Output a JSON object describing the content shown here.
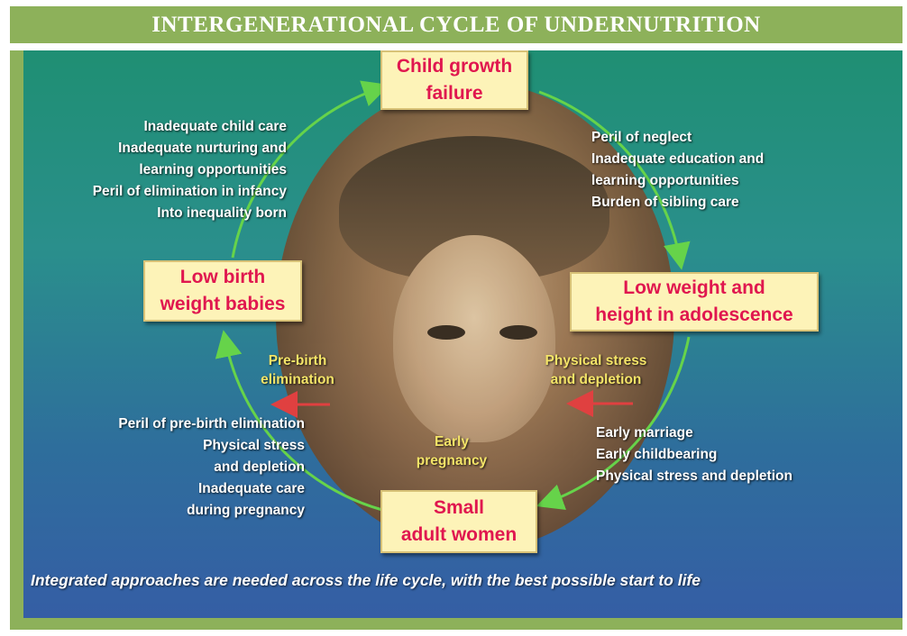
{
  "title": "INTERGENERATIONAL CYCLE OF UNDERNUTRITION",
  "stages": {
    "child_growth": [
      "Child growth",
      "failure"
    ],
    "adolescence": [
      "Low weight and",
      "height in adolescence"
    ],
    "small_women": [
      "Small",
      "adult women"
    ],
    "low_birth": [
      "Low birth",
      "weight babies"
    ]
  },
  "factors": {
    "top_left": [
      "Inadequate child care",
      "Inadequate nurturing and",
      "learning opportunities",
      "Peril of elimination in infancy",
      "Into inequality born"
    ],
    "top_right": [
      "Peril of neglect",
      "Inadequate education and",
      "learning opportunities",
      "Burden of sibling care"
    ],
    "bottom_right": [
      "Early marriage",
      "Early childbearing",
      "Physical stress and depletion"
    ],
    "bottom_left": [
      "Peril of pre-birth elimination",
      "Physical stress",
      "and depletion",
      "Inadequate care",
      "during pregnancy"
    ]
  },
  "inner_labels": {
    "pre_birth": [
      "Pre-birth",
      "elimination"
    ],
    "physical_stress": [
      "Physical stress",
      "and depletion"
    ],
    "early_pregnancy": [
      "Early",
      "pregnancy"
    ]
  },
  "footer": "Integrated approaches are needed across the life cycle, with the best possible start to life",
  "colors": {
    "frame": "#8db15a",
    "cycle_arrow": "#66d34a",
    "box_fill": "#fdf3b8",
    "box_text": "#e0174f",
    "inner_label": "#f4e468",
    "red_arrow": "#e04040"
  },
  "photo": "child-portrait"
}
